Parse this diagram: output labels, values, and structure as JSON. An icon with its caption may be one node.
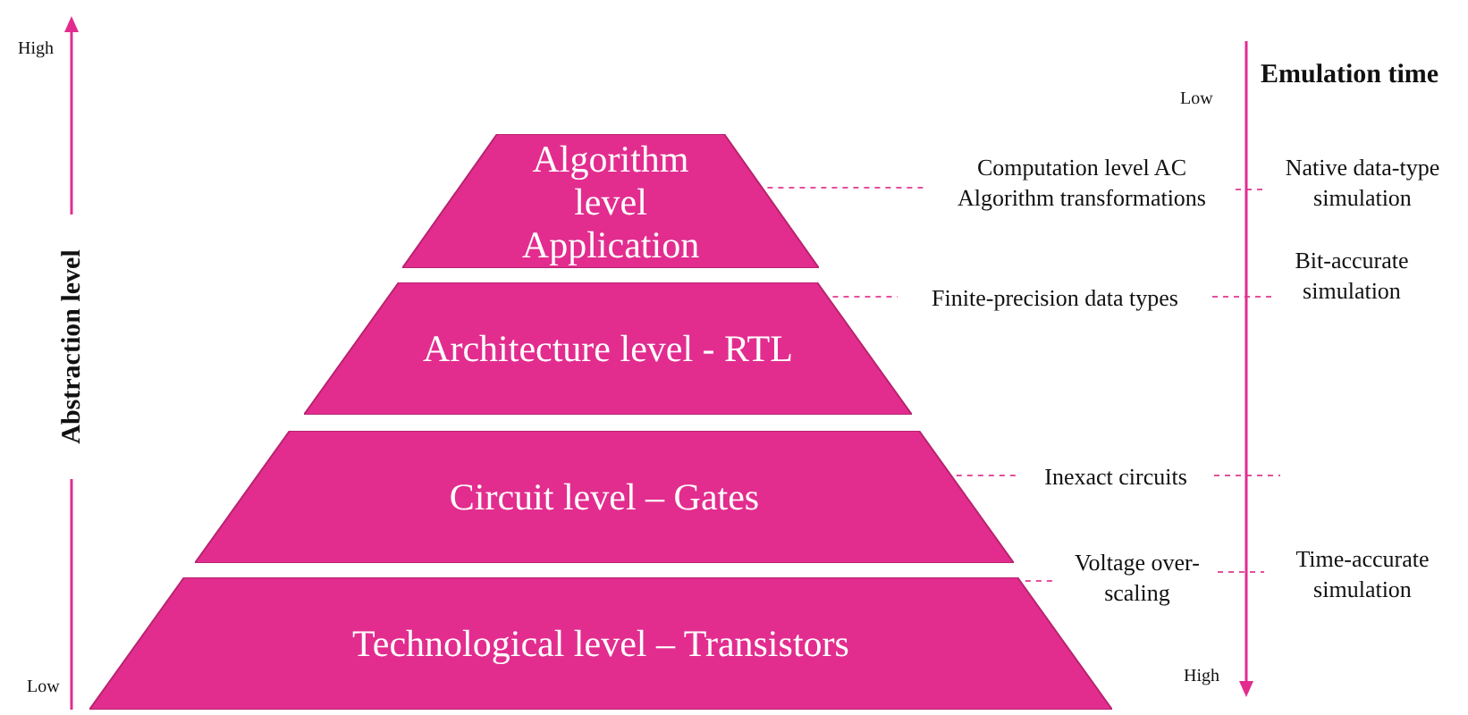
{
  "diagram": {
    "nodes": [
      {
        "text": [
          "Algorithm level Application"
        ]
      },
      {
        "text": [
          "Architecture level - RTL"
        ]
      },
      {
        "text": [
          "Circuit level – Gates"
        ]
      },
      {
        "text": [
          "Technological level – Transistors"
        ]
      },
      {
        "text": [
          "Computation level AC Algorithm transformations"
        ]
      },
      {
        "text": [
          "Finite-precision data types"
        ]
      },
      {
        "text": [
          "Inexact circuits"
        ]
      },
      {
        "text": [
          "Voltage over-scaling"
        ]
      },
      {
        "text": [
          "Native data-type simulation"
        ]
      },
      {
        "text": [
          "Bit-accurate simulation"
        ]
      },
      {
        "text": [
          "Time-accurate simulation"
        ]
      }
    ],
    "edges": [
      {
        "from": 0,
        "to": 4,
        "arrow": "none",
        "style": "dashed"
      },
      {
        "from": 4,
        "to": 8,
        "arrow": "none",
        "style": "dashed"
      },
      {
        "from": 1,
        "to": 5,
        "arrow": "none",
        "style": "dashed"
      },
      {
        "from": 5,
        "to": 9,
        "arrow": "none",
        "style": "dashed"
      },
      {
        "from": 2,
        "to": 6,
        "arrow": "none",
        "style": "dashed"
      },
      {
        "from": 6,
        "to": null,
        "arrow": "none",
        "style": "dashed"
      },
      {
        "from": 3,
        "to": 7,
        "arrow": "none",
        "style": "dashed"
      },
      {
        "from": 7,
        "to": 10,
        "arrow": "none",
        "style": "dashed"
      }
    ],
    "labels": [
      "High",
      "Abstraction level",
      "Low",
      "Emulation time",
      "Low",
      "High"
    ]
  }
}
